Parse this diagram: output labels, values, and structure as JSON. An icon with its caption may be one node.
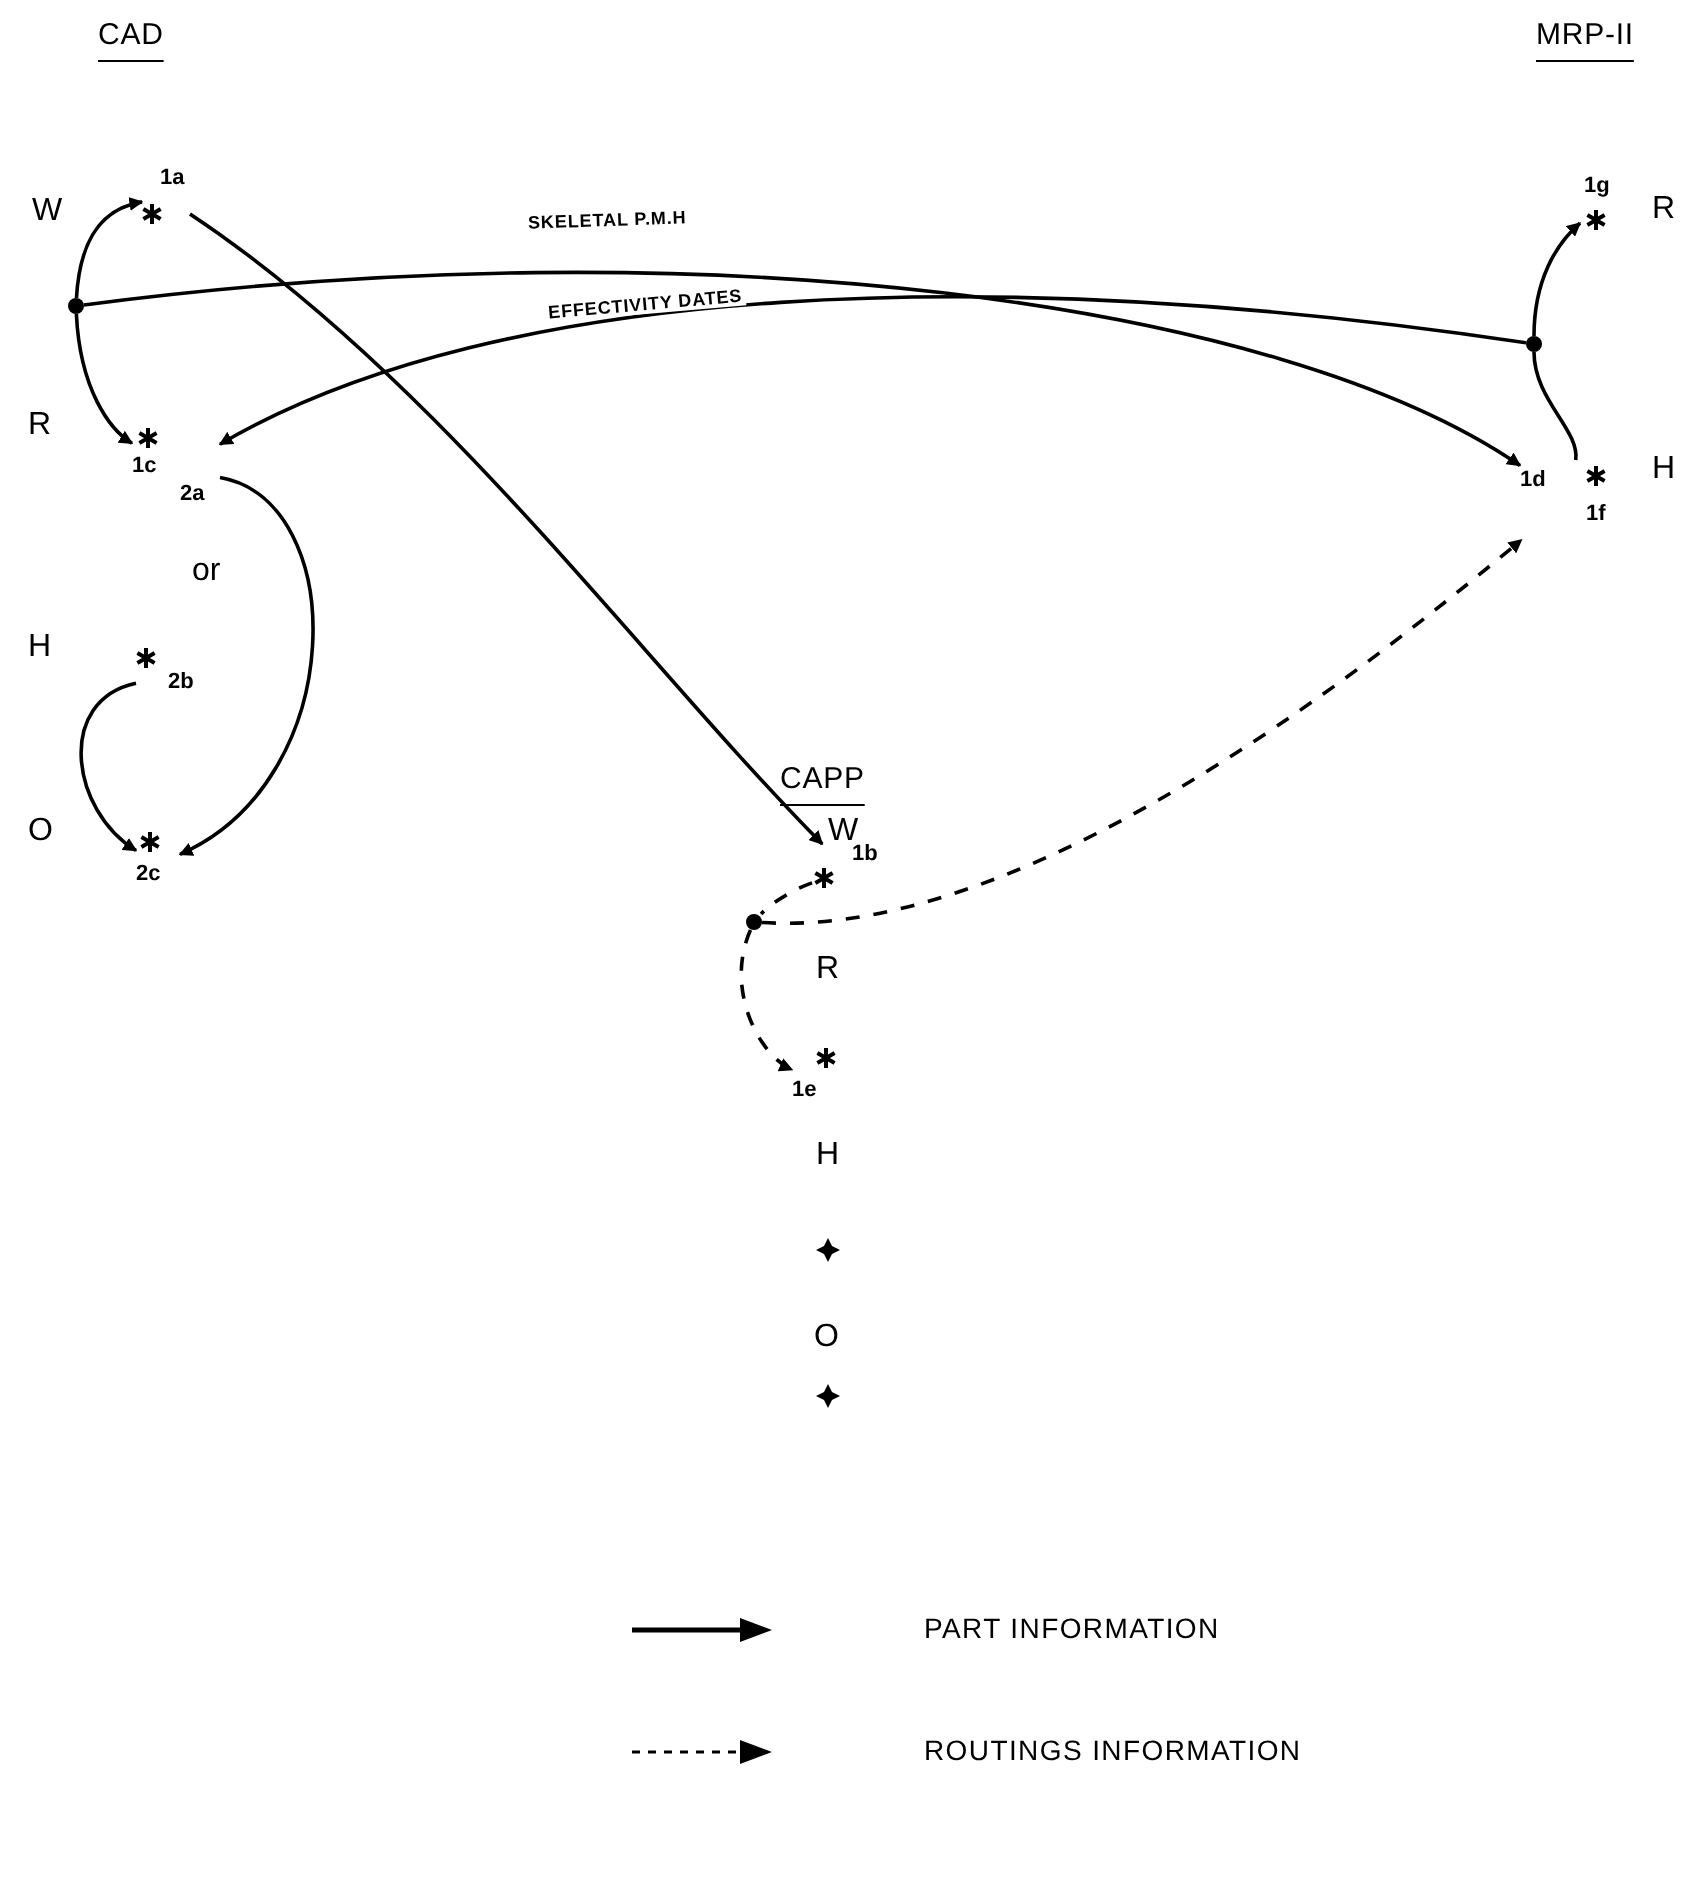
{
  "diagram": {
    "nodes": [
      {
        "text": [
          "1a"
        ]
      },
      {
        "text": [
          "1c",
          "2a"
        ]
      },
      {
        "text": [
          "2b"
        ]
      },
      {
        "text": [
          "2c"
        ]
      },
      {
        "text": [],
        "shape": "circle"
      },
      {
        "text": [
          "1b"
        ]
      },
      {
        "text": [
          "1e"
        ]
      },
      {
        "text": [],
        "shape": "star"
      },
      {
        "text": [],
        "shape": "star"
      },
      {
        "text": [],
        "shape": "circle"
      },
      {
        "text": [
          "1g"
        ]
      },
      {
        "text": [
          "1d",
          "1f"
        ]
      },
      {
        "text": [],
        "shape": "circle"
      }
    ],
    "edges": [
      {
        "from": 4,
        "to": 0,
        "arrow": "to"
      },
      {
        "from": 4,
        "to": 1,
        "arrow": "to"
      },
      {
        "from": 4,
        "to": 11,
        "arrow": "to",
        "label": "SKELETAL P.M.H"
      },
      {
        "from": 0,
        "to": 5,
        "arrow": "to"
      },
      {
        "from": 12,
        "to": 1,
        "arrow": "to",
        "label": "EFFECTIVITY DATES"
      },
      {
        "from": 12,
        "to": 10,
        "arrow": "to"
      },
      {
        "from": 11,
        "to": 12,
        "arrow": "none"
      },
      {
        "from": 1,
        "to": 3,
        "arrow": "to"
      },
      {
        "from": 2,
        "to": 3,
        "arrow": "to"
      },
      {
        "from": 5,
        "to": 9,
        "arrow": "none",
        "style": "dashed"
      },
      {
        "from": 9,
        "to": 6,
        "arrow": "to",
        "style": "dashed"
      },
      {
        "from": 9,
        "to": 11,
        "arrow": "to",
        "style": "dashed"
      }
    ],
    "labels": [
      "CAD",
      "MRP-II",
      "W",
      "R",
      "R",
      "H",
      "or",
      "H",
      "CAPP",
      "O",
      "W",
      "R",
      "H",
      "O"
    ],
    "legend": [
      {
        "text": "PART INFORMATION"
      },
      {
        "text": "ROUTINGS INFORMATION"
      }
    ]
  }
}
